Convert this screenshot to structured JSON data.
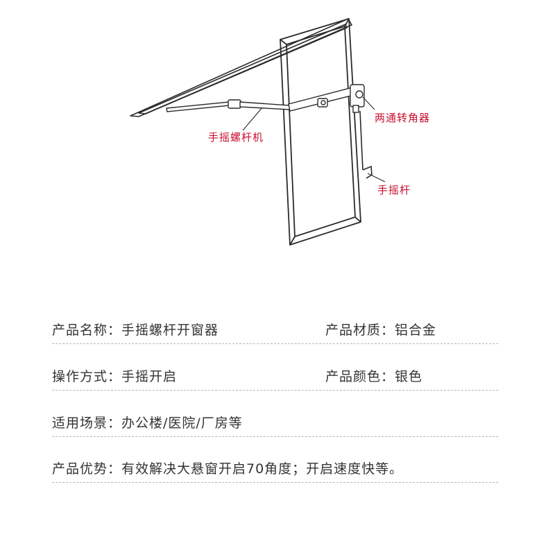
{
  "diagram": {
    "callouts": {
      "worm_operator": "手摇螺杆机",
      "two_way_corner": "两通转角器",
      "hand_crank": "手摇杆"
    },
    "accent_color": "#c8102e"
  },
  "specs": {
    "product_name": "产品名称：手摇螺杆开窗器",
    "material": "产品材质：铝合金",
    "operation": "操作方式：手摇开启",
    "color": "产品颜色：银色",
    "scenarios": "适用场景：办公楼/医院/厂房等",
    "advantage": "产品优势：有效解决大悬窗开启70角度；开启速度快等。"
  }
}
